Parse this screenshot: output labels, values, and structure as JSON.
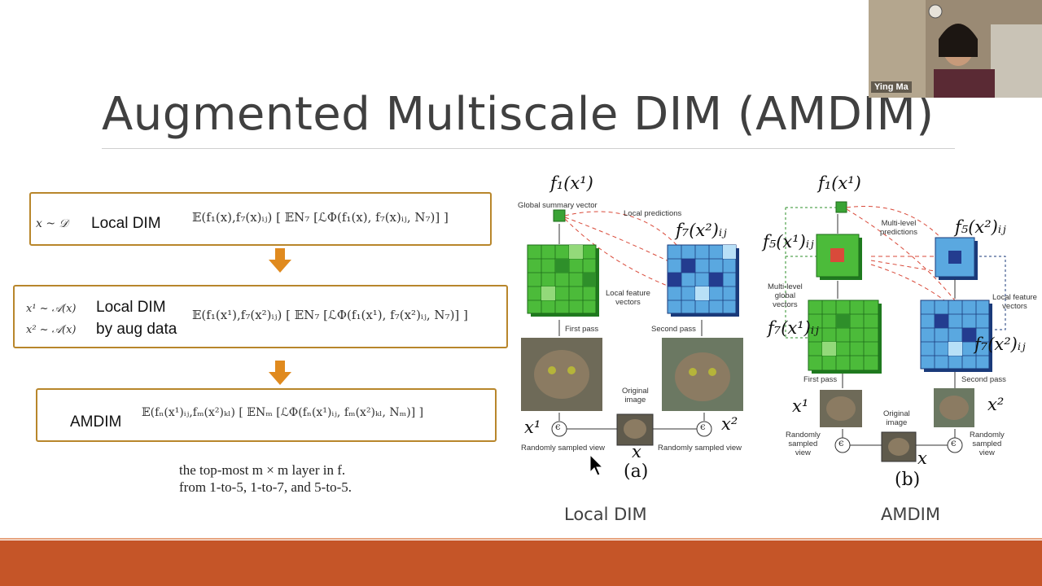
{
  "slide": {
    "title": "Augmented Multiscale DIM (AMDIM)",
    "accent_color": "#c55528",
    "box_border_color": "#b8862b",
    "arrow_color": "#e08a1e"
  },
  "equations": [
    {
      "condition": "x ~ 𝒟",
      "label": "Local DIM",
      "formula": "𝔼(f₁(x),f₇(x)ᵢⱼ) [ 𝔼N₇ [ℒΦ(f₁(x), f₇(x)ᵢⱼ, N₇)] ]"
    },
    {
      "condition_1": "x¹ ~ 𝒜(x)",
      "condition_2": "x² ~ 𝒜(x)",
      "label_1": "Local DIM",
      "label_2": "by aug data",
      "formula": "𝔼(f₁(x¹),f₇(x²)ᵢⱼ) [ 𝔼N₇ [ℒΦ(f₁(x¹), f₇(x²)ᵢⱼ, N₇)] ]"
    },
    {
      "label": "AMDIM",
      "formula": "𝔼(fₙ(x¹)ᵢⱼ,fₘ(x²)ₖₗ) [ 𝔼Nₘ [ℒΦ(fₙ(x¹)ᵢⱼ, fₘ(x²)ₖₗ, Nₘ)] ]"
    }
  ],
  "notes": {
    "line1": "the top-most m × m layer in f.",
    "line2": "from 1-to-5, 1-to-7, and 5-to-5."
  },
  "figure_a": {
    "top_var": "f₁(x¹)",
    "global_summary": "Global summary vector",
    "local_predictions": "Local predictions",
    "right_var": "f₇(x²)ᵢⱼ",
    "local_feature": "Local feature\nvectors",
    "first_pass": "First pass",
    "second_pass": "Second pass",
    "original_image": "Original\nimage",
    "x1": "x¹",
    "x2": "x²",
    "x": "x",
    "eps": "ϵ",
    "rand_left": "Randomly sampled view",
    "rand_right": "Randomly sampled view",
    "panel_label": "(a)",
    "caption": "Local DIM"
  },
  "figure_b": {
    "top_var": "f₁(x¹)",
    "f5_left": "f₅(x¹)ᵢⱼ",
    "f5_right": "f₅(x²)ᵢⱼ",
    "f7_left": "f₇(x¹)ᵢⱼ",
    "f7_right": "f₇(x²)ᵢⱼ",
    "multi_pred": "Multi-level\npredictions",
    "multi_global": "Multi-level\nglobal\nvectors",
    "local_feature": "Local feature\nvectors",
    "first_pass": "First pass",
    "second_pass": "Second pass",
    "original_image": "Original\nimage",
    "x1": "x¹",
    "x2": "x²",
    "x": "x",
    "eps": "ϵ",
    "rand_left": "Randomly\nsampled\nview",
    "rand_right": "Randomly\nsampled\nview",
    "panel_label": "(b)",
    "caption": "AMDIM"
  },
  "participant": {
    "name": "Ying Ma"
  }
}
